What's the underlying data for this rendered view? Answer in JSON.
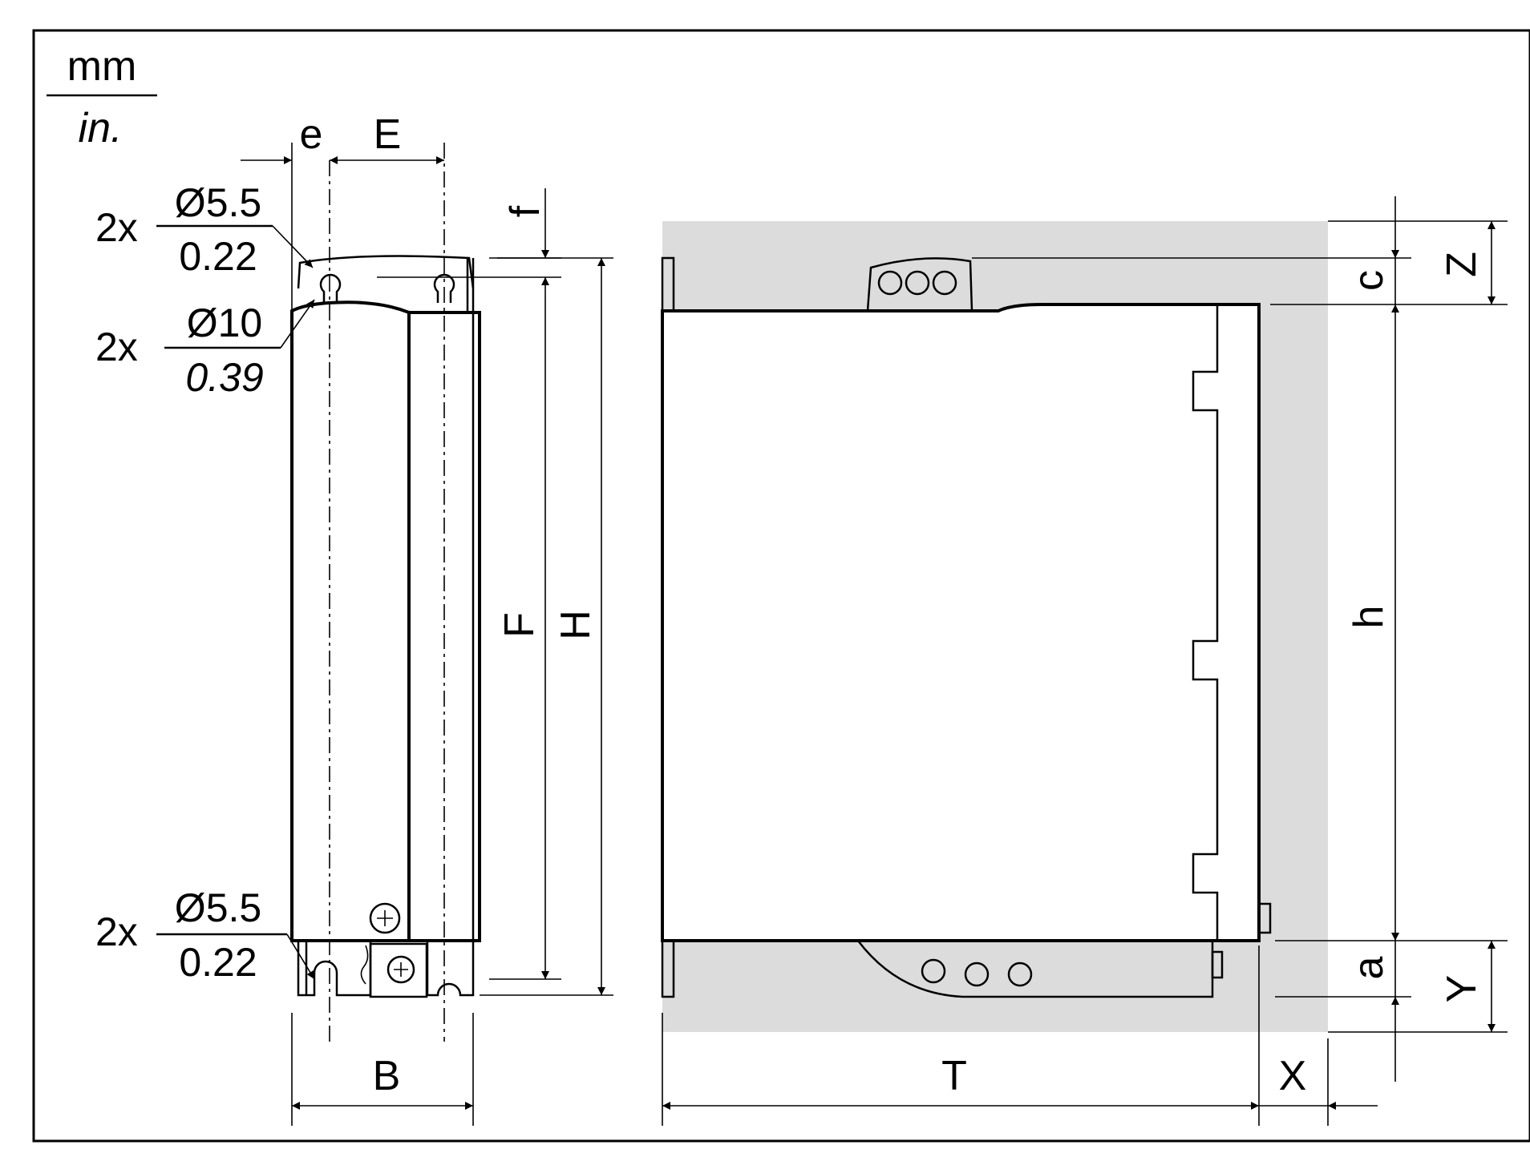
{
  "units": {
    "top": "mm",
    "bottom": "in."
  },
  "holes": [
    {
      "count": "2x",
      "mm": "Ø5.5",
      "in": "0.22"
    },
    {
      "count": "2x",
      "mm": "Ø10",
      "in": "0.39"
    },
    {
      "count": "2x",
      "mm": "Ø5.5",
      "in": "0.22"
    }
  ],
  "front_dims": {
    "e": "e",
    "E": "E",
    "f": "f",
    "F": "F",
    "H": "H",
    "B": "B"
  },
  "side_dims": {
    "T": "T",
    "X": "X",
    "c": "c",
    "Z": "Z",
    "h": "h",
    "a": "a",
    "Y": "Y"
  },
  "colors": {
    "clearance_zone": "#dcdcdc",
    "line": "#000000"
  }
}
